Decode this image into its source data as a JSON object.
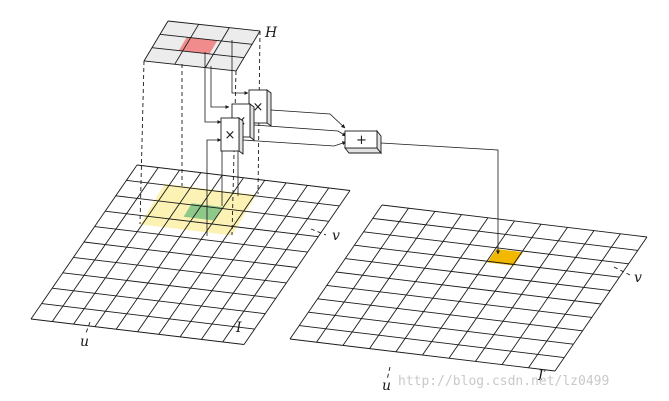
{
  "labels": {
    "kernel": "H",
    "input_image": "I",
    "output_image": "I′",
    "input_u": "u",
    "input_v": "v",
    "output_u": "u",
    "output_v": "v"
  },
  "operators": {
    "multiply": "×",
    "sum": "+"
  },
  "watermark": "http://blog.csdn.net/lz0499",
  "colors": {
    "kernel_center": "#f08c8c",
    "input_window": "#fbf2b4",
    "input_center": "#8ec98a",
    "output_pixel": "#f2b800",
    "kernel_fill": "#ececec"
  },
  "grids": {
    "kernel": {
      "rows": 3,
      "cols": 3
    },
    "input": {
      "rows": 10,
      "cols": 10
    },
    "output": {
      "rows": 10,
      "cols": 10
    }
  }
}
